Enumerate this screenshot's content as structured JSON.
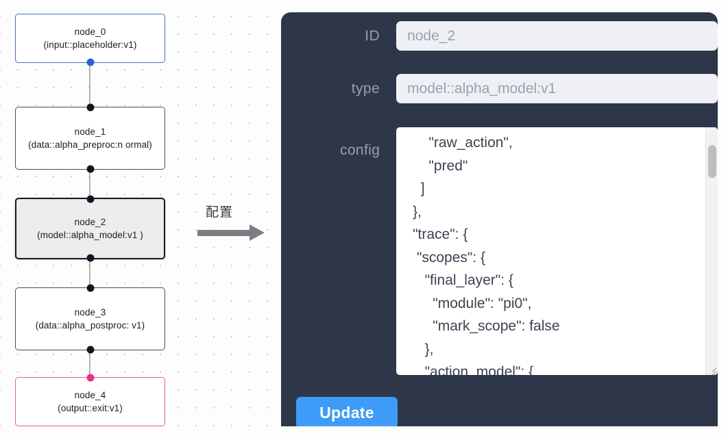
{
  "canvas": {
    "background": "#fdfdfd",
    "grid_dot_color": "#c9c9d1"
  },
  "graph": {
    "nodes": [
      {
        "id": "node_0",
        "title": "node_0",
        "subtitle": "(input::placeholder:v1)",
        "kind": "input",
        "border_color": "#4a6fc4",
        "selected": false
      },
      {
        "id": "node_1",
        "title": "node_1",
        "subtitle": "(data::alpha_preproc:n\normal)",
        "kind": "data",
        "border_color": "#4d4d4d",
        "selected": false
      },
      {
        "id": "node_2",
        "title": "node_2",
        "subtitle": "(model::alpha_model:v1\n)",
        "kind": "model",
        "border_color": "#16192b",
        "selected": true
      },
      {
        "id": "node_3",
        "title": "node_3",
        "subtitle": "(data::alpha_postproc:\nv1)",
        "kind": "data",
        "border_color": "#4d4d4d",
        "selected": false
      },
      {
        "id": "node_4",
        "title": "node_4",
        "subtitle": "(output::exit:v1)",
        "kind": "output",
        "border_color": "#e8589c",
        "selected": false
      }
    ],
    "edges": [
      {
        "from": "node_0",
        "to": "node_1"
      },
      {
        "from": "node_1",
        "to": "node_2"
      },
      {
        "from": "node_2",
        "to": "node_3"
      },
      {
        "from": "node_3",
        "to": "node_4"
      }
    ]
  },
  "arrow": {
    "label": "配置",
    "icon": "right-arrow-icon",
    "color": "#7d7d84"
  },
  "panel": {
    "background": "#2e3749",
    "fields": {
      "id": {
        "label": "ID",
        "value": "node_2"
      },
      "type": {
        "label": "type",
        "value": "model::alpha_model:v1"
      },
      "config": {
        "label": "config",
        "value": "      \"raw_action\",\n      \"pred\"\n    ]\n  },\n  \"trace\": {\n   \"scopes\": {\n     \"final_layer\": {\n       \"module\": \"pi0\",\n       \"mark_scope\": false\n     },\n     \"action_model\": {"
      }
    },
    "update_button": {
      "label": "Update",
      "color": "#3e9bf7"
    }
  }
}
